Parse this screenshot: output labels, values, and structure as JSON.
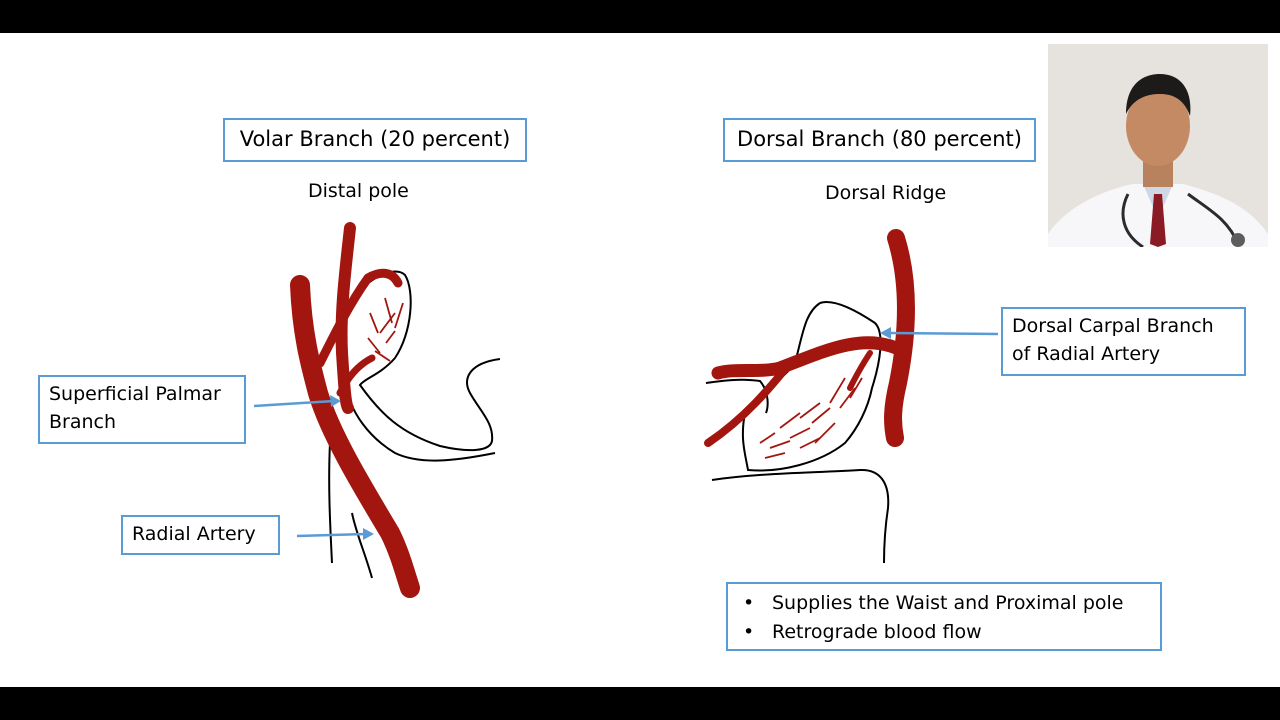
{
  "volar": {
    "title": "Volar Branch (20 percent)",
    "pole_label": "Distal pole",
    "superficial_label": "Superficial Palmar Branch",
    "radial_label": "Radial Artery"
  },
  "dorsal": {
    "title": "Dorsal Branch (80 percent)",
    "ridge_label": "Dorsal Ridge",
    "carpal_label": "Dorsal Carpal Branch of Radial Artery",
    "bullets": [
      "Supplies the Waist and Proximal pole",
      "Retrograde blood flow"
    ]
  },
  "colors": {
    "artery": "#a3160f",
    "callout_border": "#5b9bd5",
    "arrow": "#5b9bd5"
  },
  "icons": {
    "presenter": "presenter-photo"
  }
}
